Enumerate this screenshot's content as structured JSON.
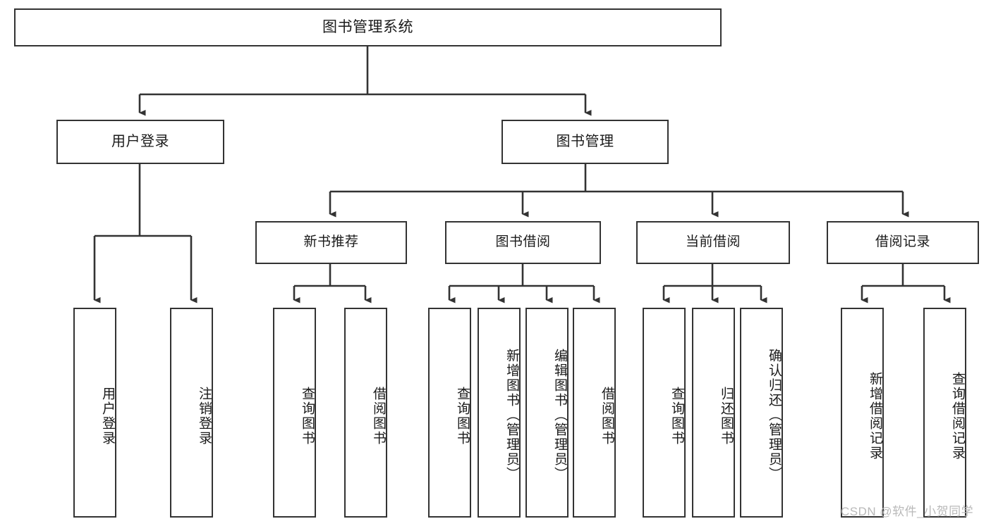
{
  "diagram": {
    "title": "图书管理系统",
    "type": "tree-hierarchy",
    "root": {
      "label": "图书管理系统"
    },
    "level1": [
      {
        "id": "user-login",
        "label": "用户登录"
      },
      {
        "id": "book-management",
        "label": "图书管理"
      }
    ],
    "level2": [
      {
        "id": "new-book-recommend",
        "label": "新书推荐",
        "parent": "book-management"
      },
      {
        "id": "book-borrow",
        "label": "图书借阅",
        "parent": "book-management"
      },
      {
        "id": "current-borrow",
        "label": "当前借阅",
        "parent": "book-management"
      },
      {
        "id": "borrow-record",
        "label": "借阅记录",
        "parent": "book-management"
      }
    ],
    "leaves": [
      {
        "id": "leaf-user-login",
        "label": "用户登录",
        "parent": "user-login"
      },
      {
        "id": "leaf-logout-login",
        "label": "注销登录",
        "parent": "user-login"
      },
      {
        "id": "leaf-query-book-1",
        "label": "查询图书",
        "parent": "new-book-recommend"
      },
      {
        "id": "leaf-borrow-book-1",
        "label": "借阅图书",
        "parent": "new-book-recommend"
      },
      {
        "id": "leaf-query-book-2",
        "label": "查询图书",
        "parent": "book-borrow"
      },
      {
        "id": "leaf-add-book",
        "label": "新增图书（管理员）",
        "parent": "book-borrow"
      },
      {
        "id": "leaf-edit-book",
        "label": "编辑图书（管理员）",
        "parent": "book-borrow"
      },
      {
        "id": "leaf-borrow-book-2",
        "label": "借阅图书",
        "parent": "book-borrow"
      },
      {
        "id": "leaf-query-book-3",
        "label": "查询图书",
        "parent": "current-borrow"
      },
      {
        "id": "leaf-return-book",
        "label": "归还图书",
        "parent": "current-borrow"
      },
      {
        "id": "leaf-confirm-return",
        "label": "确认归还（管理员）",
        "parent": "current-borrow"
      },
      {
        "id": "leaf-add-borrow-record",
        "label": "新增借阅记录",
        "parent": "borrow-record"
      },
      {
        "id": "leaf-query-borrow-record",
        "label": "查询借阅记录",
        "parent": "borrow-record"
      }
    ],
    "colors": {
      "stroke": "#333333",
      "fill": "#ffffff",
      "text": "#1a1a1a",
      "watermark": "#b9b9b9"
    }
  },
  "watermark": {
    "text": "CSDN @软件_小贺同学"
  }
}
